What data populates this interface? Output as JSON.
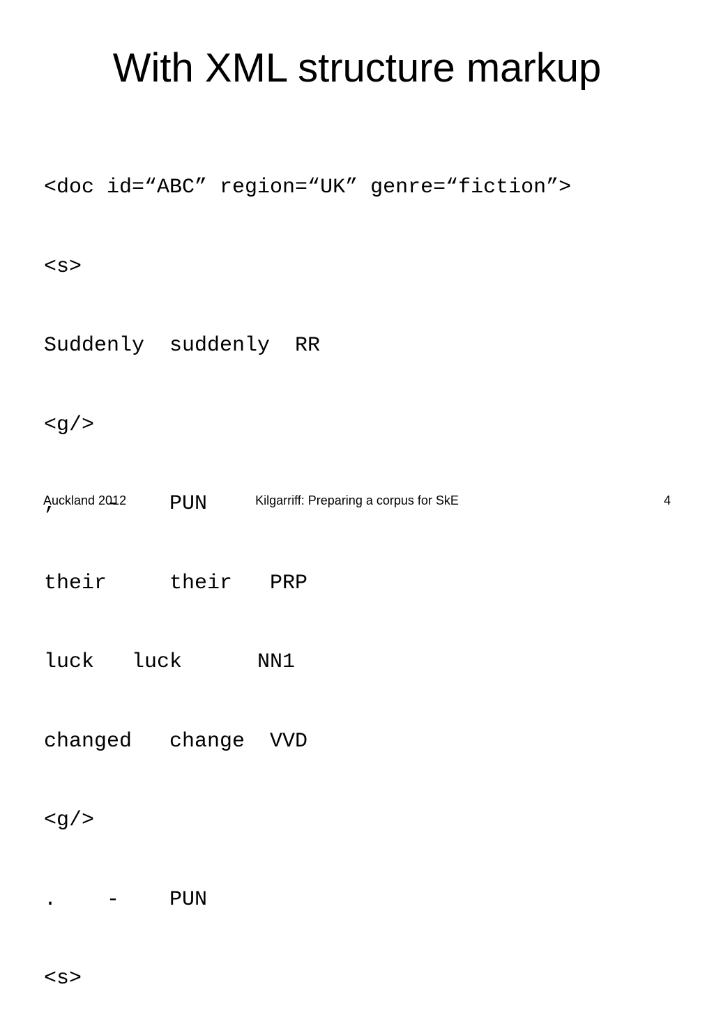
{
  "slide": {
    "title": "With XML structure markup",
    "lines": [
      "<doc id=“ABC” region=“UK” genre=“fiction”>",
      "<s>",
      "Suddenly  suddenly  RR",
      "<g/>",
      ",    -    PUN",
      "their     their   PRP",
      "luck   luck      NN1",
      "changed   change  VVD",
      "<g/>",
      ".    -    PUN",
      "<s>"
    ]
  },
  "footer": {
    "left": "Auckland 2012",
    "center": "Kilgarriff: Preparing a corpus for SkE",
    "page_number": "4"
  }
}
